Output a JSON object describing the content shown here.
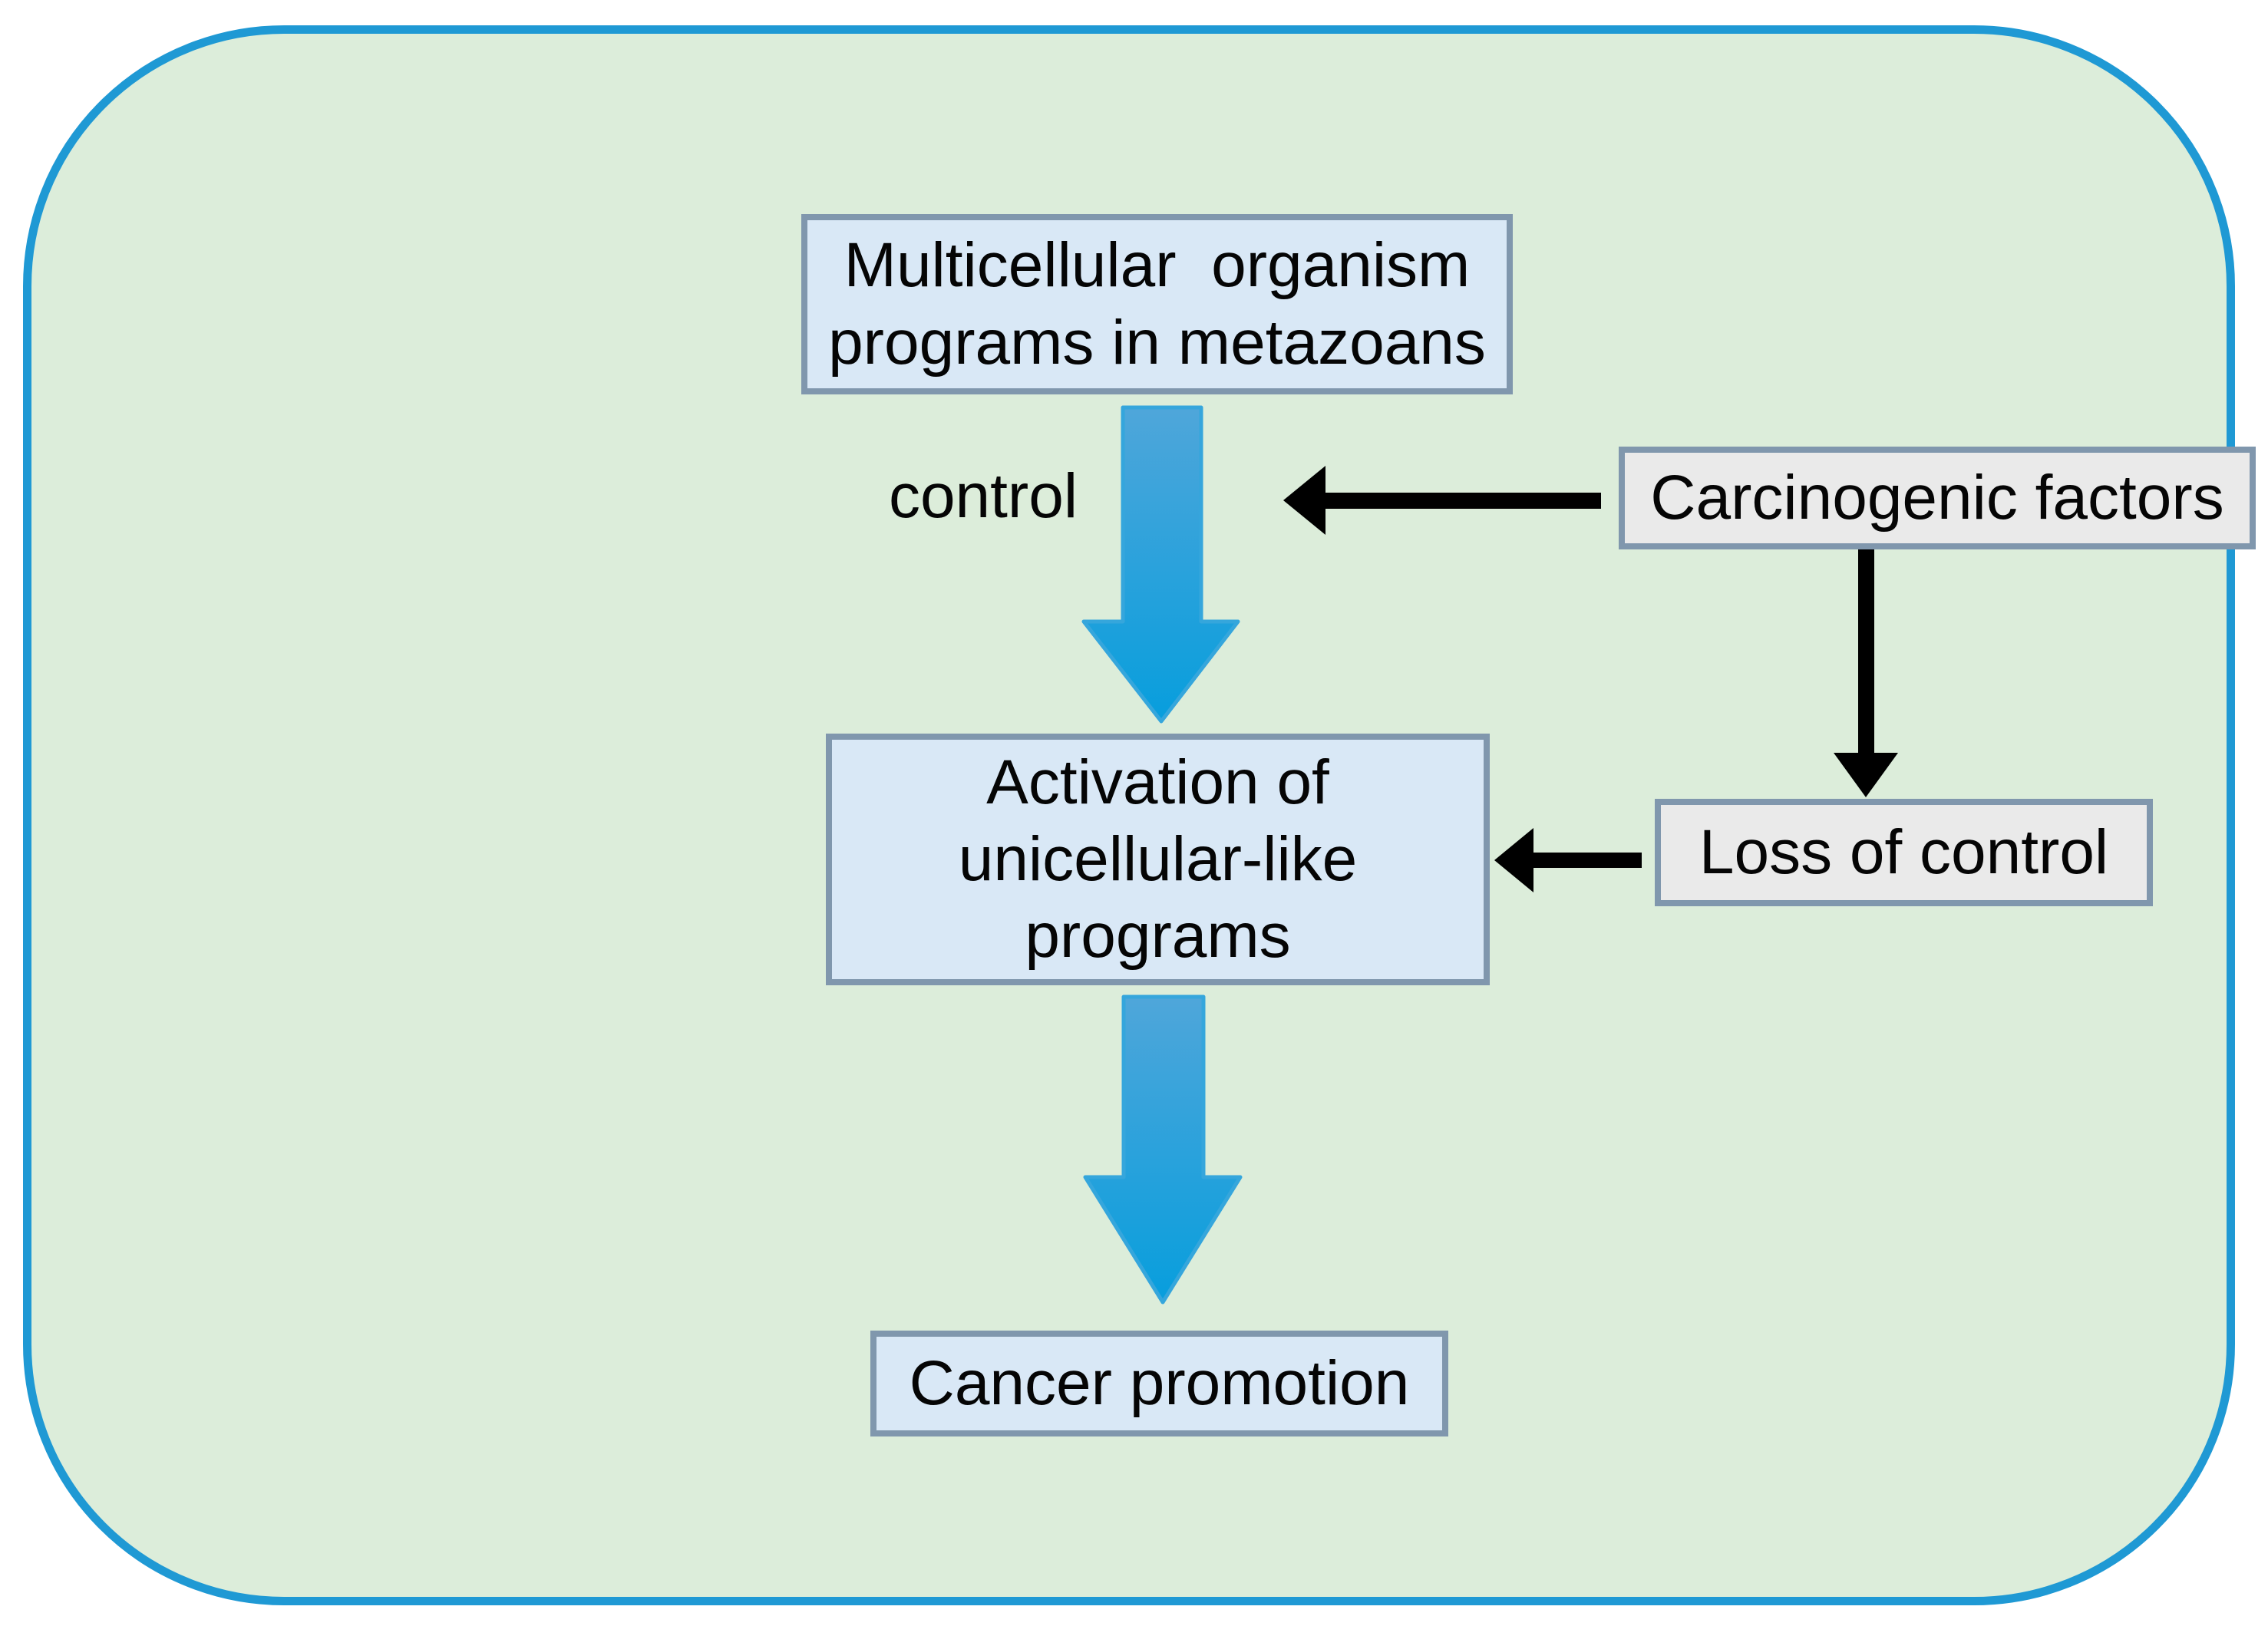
{
  "figure": {
    "type": "flowchart",
    "colors": {
      "page_background": "#ffffff",
      "panel_background": "#dcedda",
      "panel_border": "#1f99d4",
      "node_border": "#8097ad",
      "blue_node_fill": "#d9e8f6",
      "gray_node_fill": "#eaeaea",
      "blue_arrow_gradient_top": "#4fa6da",
      "blue_arrow_gradient_bottom": "#079edd",
      "blue_arrow_stroke": "#35a6dc",
      "black_arrow": "#000000",
      "text": "#050505"
    }
  },
  "nodes": {
    "multicellular": {
      "lines": [
        "Multicellular  organism",
        "programs in metazoans"
      ]
    },
    "carcinogenic": {
      "label": "Carcinogenic factors"
    },
    "loss": {
      "label": "Loss of control"
    },
    "activation": {
      "lines": [
        "Activation of",
        "unicellular-like",
        "programs"
      ]
    },
    "cancer": {
      "label": "Cancer promotion"
    }
  },
  "labels": {
    "control": "control"
  },
  "edges": [
    {
      "from": "Multicellular organism programs in metazoans",
      "to": "Activation of unicellular-like programs",
      "label": "control",
      "style": "blue-block-arrow"
    },
    {
      "from": "Carcinogenic factors",
      "to": "control arrow",
      "label": "",
      "style": "black-arrow"
    },
    {
      "from": "Carcinogenic factors",
      "to": "Loss of control",
      "label": "",
      "style": "black-arrow"
    },
    {
      "from": "Loss of control",
      "to": "Activation of unicellular-like programs",
      "label": "",
      "style": "black-arrow"
    },
    {
      "from": "Activation of unicellular-like programs",
      "to": "Cancer promotion",
      "label": "",
      "style": "blue-block-arrow"
    }
  ]
}
